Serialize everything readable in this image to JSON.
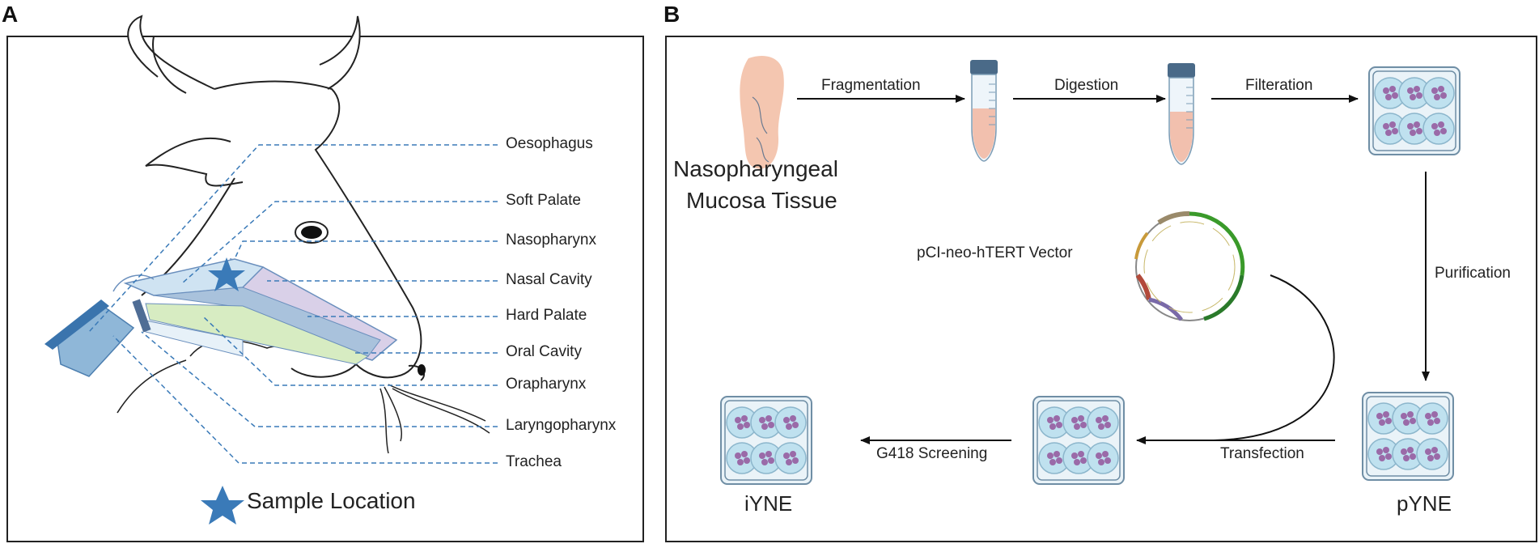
{
  "panel_a": {
    "letter": "A",
    "labels": [
      "Oesophagus",
      "Soft Palate",
      "Nasopharynx",
      "Nasal Cavity",
      "Hard Palate",
      "Oral Cavity",
      "Orapharynx",
      "Laryngopharynx",
      "Trachea"
    ],
    "legend": "Sample Location"
  },
  "panel_b": {
    "letter": "B",
    "tissue_label_line1": "Nasopharyngeal",
    "tissue_label_line2": "Mucosa Tissue",
    "steps": {
      "fragmentation": "Fragmentation",
      "digestion": "Digestion",
      "filteration": "Filteration",
      "purification": "Purification",
      "transfection": "Transfection",
      "screening": "G418 Screening"
    },
    "vector": "pCI-neo-hTERT Vector",
    "cell_lines": {
      "pyne": "pYNE",
      "iyne": "iYNE"
    }
  },
  "colors": {
    "dash_line": "#3a7ab8",
    "star": "#3a7ab8",
    "tissue": "#f4c6b0",
    "well_fill": "#bfe1ef",
    "cell": "#9a6aa8"
  }
}
